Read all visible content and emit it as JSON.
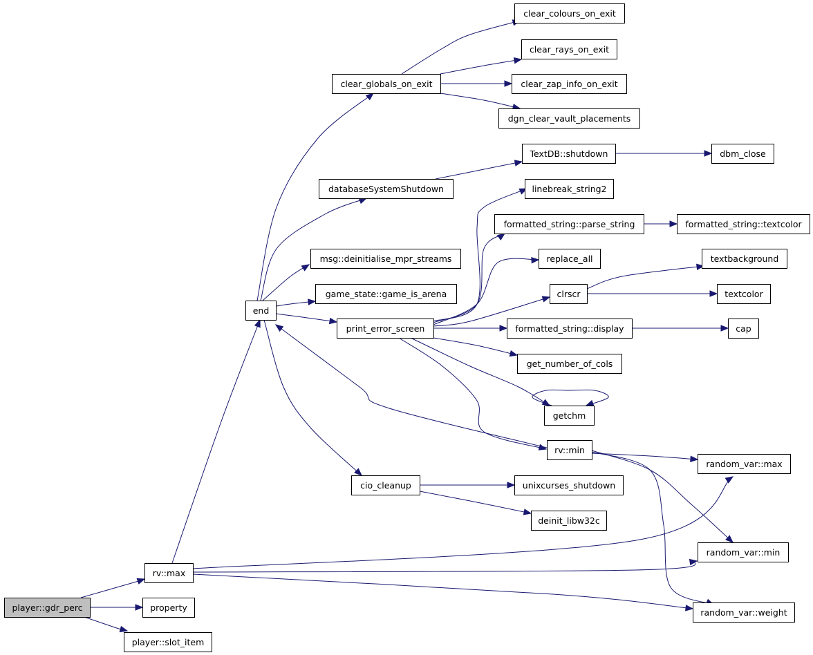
{
  "diagram": {
    "type": "call-graph",
    "colors": {
      "edge": "#191970",
      "root_fill": "#bfbfbf",
      "node_fill": "#ffffff",
      "border": "#000000"
    },
    "nodes": [
      {
        "id": "gdr",
        "label": "player::gdr_perc",
        "root": true
      },
      {
        "id": "rvmax",
        "label": "rv::max"
      },
      {
        "id": "property",
        "label": "property"
      },
      {
        "id": "slot",
        "label": "player::slot_item"
      },
      {
        "id": "end",
        "label": "end"
      },
      {
        "id": "rvmin",
        "label": "rv::min"
      },
      {
        "id": "cio",
        "label": "cio_cleanup"
      },
      {
        "id": "clrglob",
        "label": "clear_globals_on_exit"
      },
      {
        "id": "dbshut",
        "label": "databaseSystemShutdown"
      },
      {
        "id": "msg",
        "label": "msg::deinitialise_mpr_streams"
      },
      {
        "id": "arena",
        "label": "game_state::game_is_arena"
      },
      {
        "id": "pes",
        "label": "print_error_screen"
      },
      {
        "id": "clrcol",
        "label": "clear_colours_on_exit"
      },
      {
        "id": "clrrays",
        "label": "clear_rays_on_exit"
      },
      {
        "id": "clrzap",
        "label": "clear_zap_info_on_exit"
      },
      {
        "id": "dgn",
        "label": "dgn_clear_vault_placements"
      },
      {
        "id": "textdb",
        "label": "TextDB::shutdown"
      },
      {
        "id": "dbm",
        "label": "dbm_close"
      },
      {
        "id": "lb2",
        "label": "linebreak_string2"
      },
      {
        "id": "fsparse",
        "label": "formatted_string::parse_string"
      },
      {
        "id": "fstc",
        "label": "formatted_string::textcolor"
      },
      {
        "id": "repall",
        "label": "replace_all"
      },
      {
        "id": "clrscr",
        "label": "clrscr"
      },
      {
        "id": "textbg",
        "label": "textbackground"
      },
      {
        "id": "textcolor",
        "label": "textcolor"
      },
      {
        "id": "fsdisp",
        "label": "formatted_string::display"
      },
      {
        "id": "cap",
        "label": "cap"
      },
      {
        "id": "gnc",
        "label": "get_number_of_cols"
      },
      {
        "id": "getchm",
        "label": "getchm"
      },
      {
        "id": "rvarmax",
        "label": "random_var::max"
      },
      {
        "id": "rvarmin",
        "label": "random_var::min"
      },
      {
        "id": "rvarw",
        "label": "random_var::weight"
      },
      {
        "id": "unix",
        "label": "unixcurses_shutdown"
      },
      {
        "id": "deinit",
        "label": "deinit_libw32c"
      }
    ],
    "edges": [
      {
        "from": "gdr",
        "to": "rvmax"
      },
      {
        "from": "gdr",
        "to": "property"
      },
      {
        "from": "gdr",
        "to": "slot"
      },
      {
        "from": "rvmax",
        "to": "end"
      },
      {
        "from": "rvmax",
        "to": "rvarmax"
      },
      {
        "from": "rvmax",
        "to": "rvarmin"
      },
      {
        "from": "rvmax",
        "to": "rvarw"
      },
      {
        "from": "end",
        "to": "clrglob"
      },
      {
        "from": "end",
        "to": "dbshut"
      },
      {
        "from": "end",
        "to": "msg"
      },
      {
        "from": "end",
        "to": "arena"
      },
      {
        "from": "end",
        "to": "pes"
      },
      {
        "from": "end",
        "to": "cio"
      },
      {
        "from": "clrglob",
        "to": "clrcol"
      },
      {
        "from": "clrglob",
        "to": "clrrays"
      },
      {
        "from": "clrglob",
        "to": "clrzap"
      },
      {
        "from": "clrglob",
        "to": "dgn"
      },
      {
        "from": "dbshut",
        "to": "textdb"
      },
      {
        "from": "textdb",
        "to": "dbm"
      },
      {
        "from": "pes",
        "to": "lb2"
      },
      {
        "from": "pes",
        "to": "fsparse"
      },
      {
        "from": "pes",
        "to": "repall"
      },
      {
        "from": "pes",
        "to": "clrscr"
      },
      {
        "from": "pes",
        "to": "fsdisp"
      },
      {
        "from": "pes",
        "to": "gnc"
      },
      {
        "from": "pes",
        "to": "getchm"
      },
      {
        "from": "pes",
        "to": "rvmin"
      },
      {
        "from": "fsparse",
        "to": "fstc"
      },
      {
        "from": "clrscr",
        "to": "textbg"
      },
      {
        "from": "clrscr",
        "to": "textcolor"
      },
      {
        "from": "fsdisp",
        "to": "cap"
      },
      {
        "from": "getchm",
        "to": "getchm"
      },
      {
        "from": "rvmin",
        "to": "end"
      },
      {
        "from": "rvmin",
        "to": "rvarmax"
      },
      {
        "from": "rvmin",
        "to": "rvarmin"
      },
      {
        "from": "rvmin",
        "to": "rvarw"
      },
      {
        "from": "cio",
        "to": "unix"
      },
      {
        "from": "cio",
        "to": "deinit"
      }
    ]
  }
}
